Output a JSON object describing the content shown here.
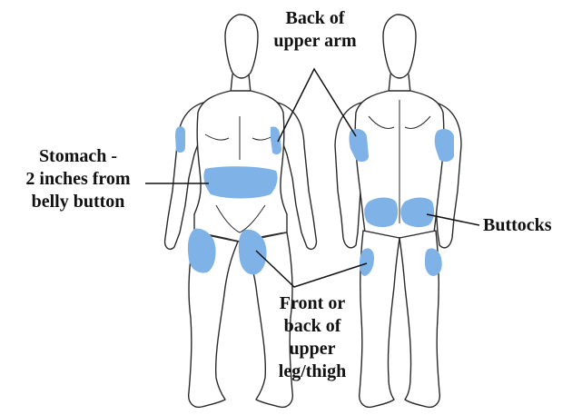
{
  "labels": {
    "back_upper_arm": [
      "Back of",
      "upper arm"
    ],
    "stomach": [
      "Stomach -",
      "2 inches from",
      "belly button"
    ],
    "buttocks": [
      "Buttocks"
    ],
    "leg_thigh": [
      "Front or",
      "back of",
      "upper",
      "leg/thigh"
    ]
  },
  "colors": {
    "site": "#7fb2e6",
    "outline": "#2a2a2a",
    "leader": "#111111",
    "text": "#111111"
  },
  "figures": [
    "front-view",
    "back-view"
  ],
  "sites": {
    "front": [
      "left-upper-arm",
      "right-upper-arm",
      "stomach",
      "left-thigh",
      "right-thigh"
    ],
    "back": [
      "left-upper-arm",
      "right-upper-arm",
      "left-buttock",
      "right-buttock",
      "left-thigh",
      "right-thigh"
    ]
  }
}
